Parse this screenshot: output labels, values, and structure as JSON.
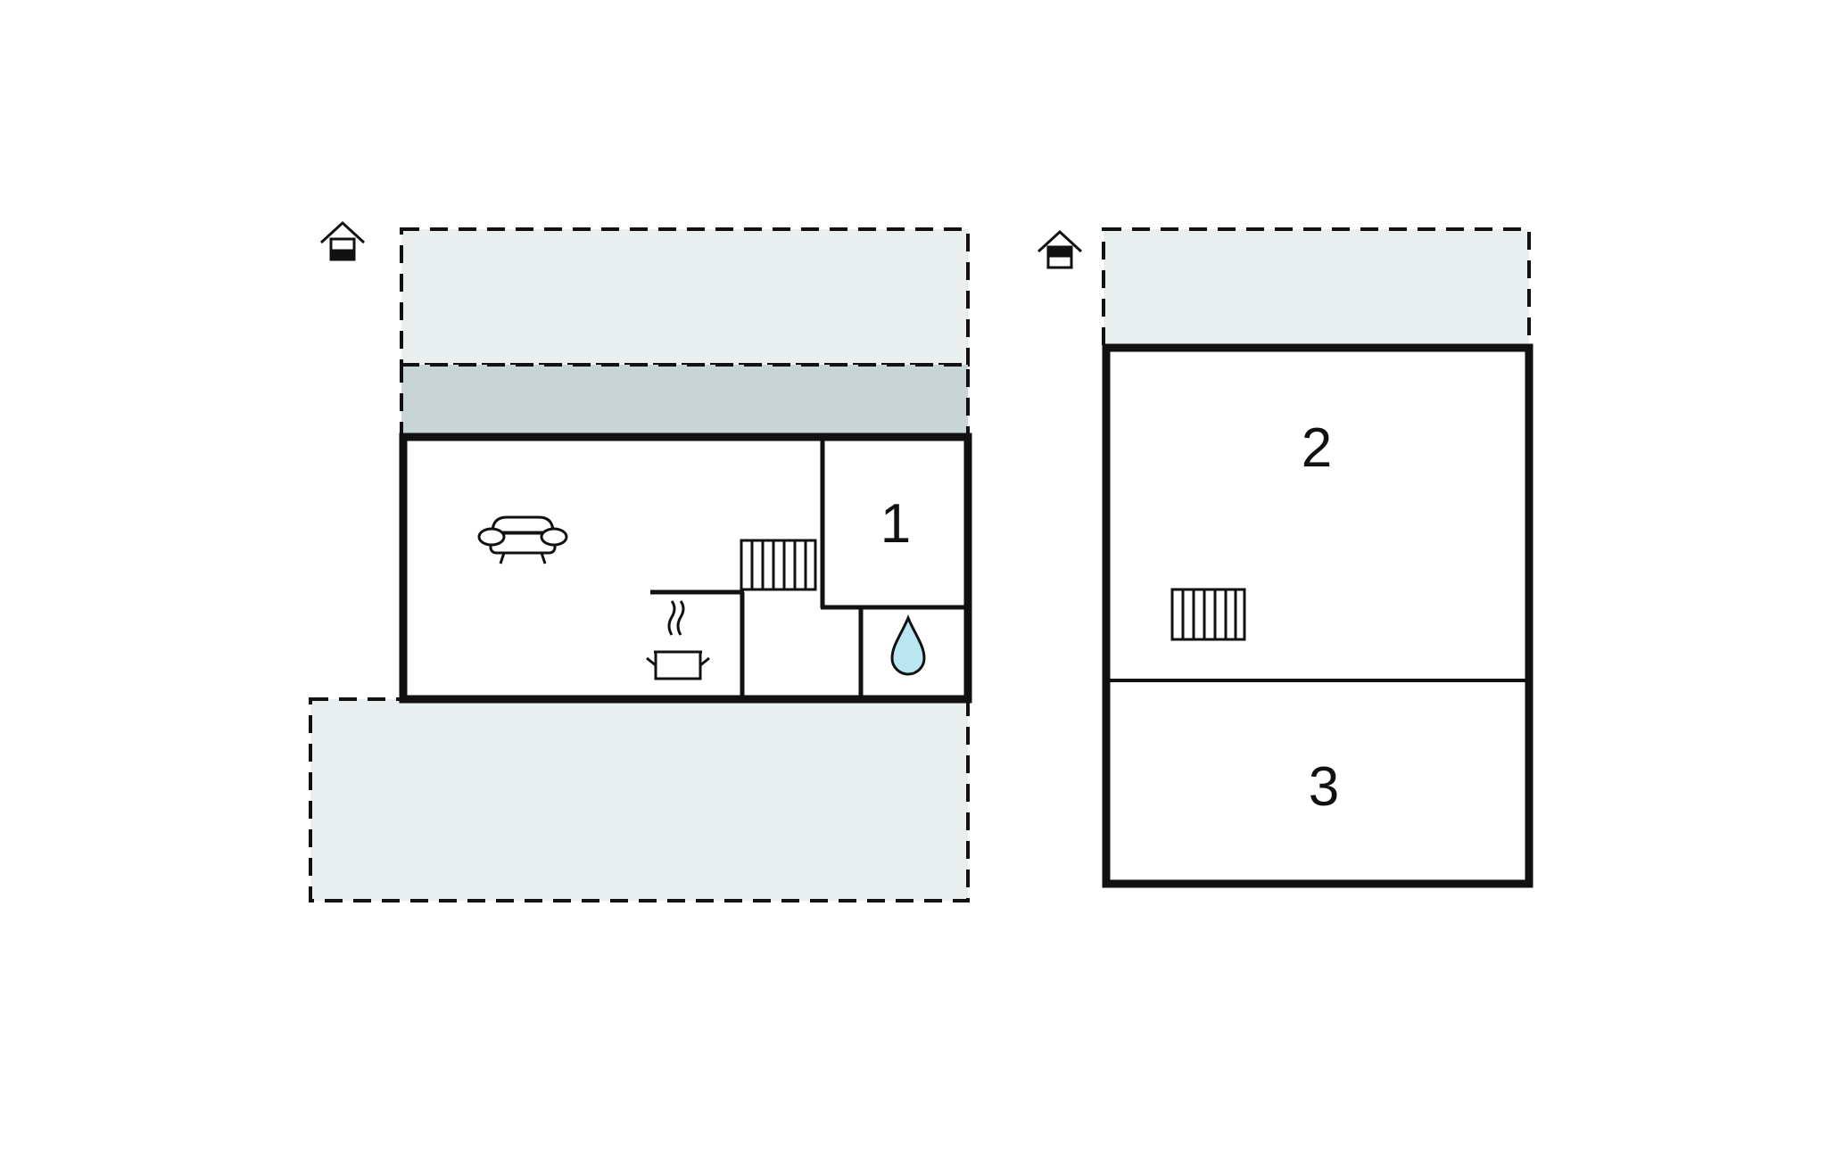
{
  "floor_plan": {
    "ground_floor": {
      "rooms": [
        {
          "number": "1",
          "type": "bedroom"
        }
      ],
      "icons": [
        "house-level-icon",
        "sofa-icon",
        "cooking-pot-icon",
        "staircase-icon",
        "water-drop-icon"
      ]
    },
    "upper_floor": {
      "rooms": [
        {
          "number": "2",
          "type": "bedroom"
        },
        {
          "number": "3",
          "type": "bedroom"
        }
      ],
      "icons": [
        "house-level-icon",
        "staircase-icon"
      ]
    },
    "colors": {
      "outdoor_area": "#e8efee",
      "covered_area": "#c9d4d4",
      "walls": "#111111",
      "water": "#b9e6f0",
      "background": "#ffffff"
    }
  }
}
